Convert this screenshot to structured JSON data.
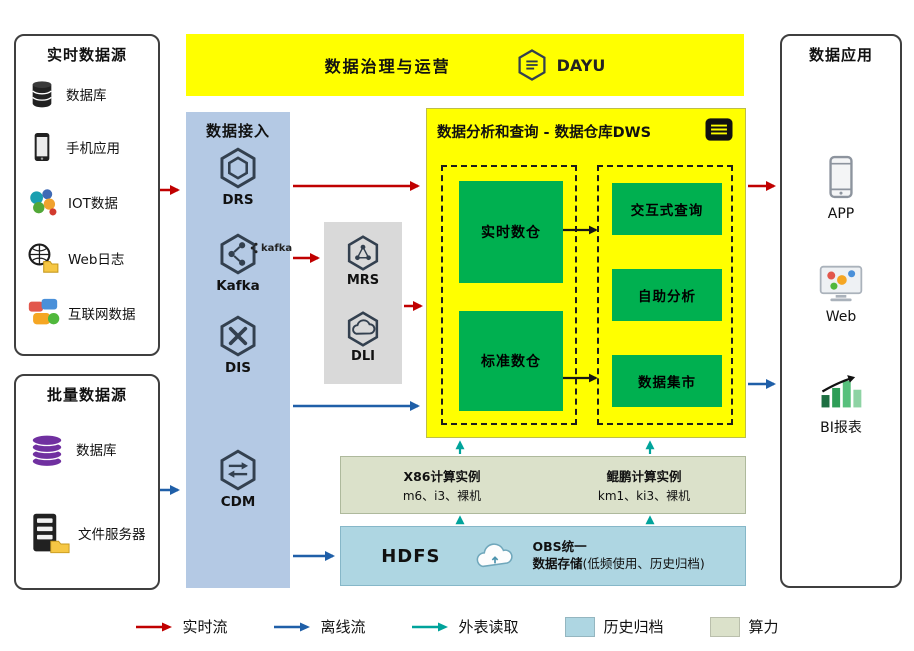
{
  "colors": {
    "realtime_flow_red": "#c00000",
    "offline_flow_blue": "#1f5fa8",
    "external_read_teal": "#00a39b",
    "governance_yellow": "#ffff00",
    "dws_yellow": "#ffff00",
    "module_green": "#00b050",
    "access_panel_blue": "#b4c9e4",
    "middleware_gray": "#d9d9d9",
    "compute_panel_green": "#dbe1ca",
    "storage_panel_blue": "#aed6e2"
  },
  "realtime_sources": {
    "title": "实时数据源",
    "items": [
      {
        "label": "数据库",
        "icon": "database-icon"
      },
      {
        "label": "手机应用",
        "icon": "mobile-phone-icon"
      },
      {
        "label": "IOT数据",
        "icon": "iot-icon"
      },
      {
        "label": "Web日志",
        "icon": "web-log-icon"
      },
      {
        "label": "互联网数据",
        "icon": "internet-data-icon"
      }
    ]
  },
  "batch_sources": {
    "title": "批量数据源",
    "items": [
      {
        "label": "数据库",
        "icon": "purple-database-icon"
      },
      {
        "label": "文件服务器",
        "icon": "file-server-icon"
      }
    ]
  },
  "governance_banner": {
    "title": "数据治理与运营",
    "product": "DAYU"
  },
  "data_access": {
    "title": "数据接入",
    "services": [
      "DRS",
      "Kafka",
      "DIS",
      "CDM"
    ],
    "kafka_badge": "kafka"
  },
  "middleware": {
    "services": [
      "MRS",
      "DLI"
    ]
  },
  "dws": {
    "title": "数据分析和查询 - 数据仓库DWS",
    "warehouse_modules": [
      "实时数仓",
      "标准数仓"
    ],
    "query_modules": [
      "交互式查询",
      "自助分析",
      "数据集市"
    ]
  },
  "compute": {
    "x86_title": "X86计算实例",
    "x86_instances": "m6、i3、裸机",
    "kunpeng_title": "鲲鹏计算实例",
    "kunpeng_instances": "km1、ki3、裸机"
  },
  "storage": {
    "hdfs_label": "HDFS",
    "obs_line1": "OBS统一",
    "obs_line2_bold": "数据存储",
    "obs_line2_note": "(低频使用、历史归档)"
  },
  "data_apps": {
    "title": "数据应用",
    "items": [
      {
        "label": "APP",
        "icon": "app-phone-icon"
      },
      {
        "label": "Web",
        "icon": "web-browser-icon"
      },
      {
        "label": "BI报表",
        "icon": "bi-report-icon"
      }
    ]
  },
  "legend": {
    "realtime": "实时流",
    "offline": "离线流",
    "external": "外表读取",
    "archive": "历史归档",
    "compute": "算力"
  }
}
